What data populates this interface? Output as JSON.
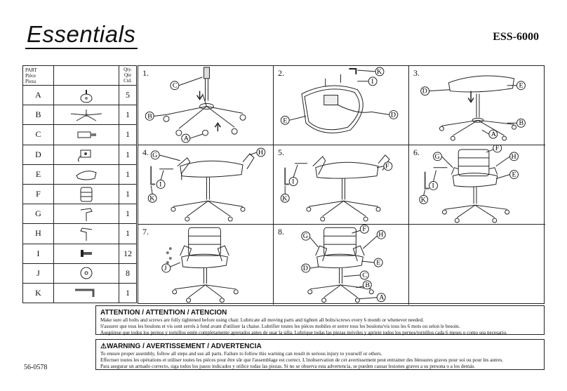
{
  "brand": {
    "logo": "Essentials",
    "model": "ESS-6000"
  },
  "parts_table": {
    "headers": {
      "part": [
        "PART",
        "Pièce",
        "Pieza"
      ],
      "qty": [
        "Qty.",
        "Qte",
        "Ctd."
      ]
    },
    "rows": [
      {
        "letter": "A",
        "qty": "5",
        "icon": "caster-icon"
      },
      {
        "letter": "B",
        "qty": "1",
        "icon": "base-icon"
      },
      {
        "letter": "C",
        "qty": "1",
        "icon": "gas-lift-icon"
      },
      {
        "letter": "D",
        "qty": "1",
        "icon": "mechanism-icon"
      },
      {
        "letter": "E",
        "qty": "1",
        "icon": "seat-icon"
      },
      {
        "letter": "F",
        "qty": "1",
        "icon": "backrest-icon"
      },
      {
        "letter": "G",
        "qty": "1",
        "icon": "left-arm-icon"
      },
      {
        "letter": "H",
        "qty": "1",
        "icon": "right-arm-icon"
      },
      {
        "letter": "I",
        "qty": "12",
        "icon": "bolt-icon"
      },
      {
        "letter": "J",
        "qty": "8",
        "icon": "washer-icon"
      },
      {
        "letter": "K",
        "qty": "1",
        "icon": "allen-key-icon"
      }
    ]
  },
  "steps": [
    {
      "num": "1.",
      "labels": [
        "C",
        "B",
        "A"
      ]
    },
    {
      "num": "2.",
      "labels": [
        "K",
        "I",
        "D",
        "E"
      ]
    },
    {
      "num": "3.",
      "labels": [
        "D",
        "E",
        "B",
        "A"
      ]
    },
    {
      "num": "4.",
      "labels": [
        "G",
        "H",
        "I",
        "K"
      ]
    },
    {
      "num": "5.",
      "labels": [
        "F",
        "I",
        "K"
      ]
    },
    {
      "num": "6.",
      "labels": [
        "G",
        "F",
        "H",
        "E",
        "I",
        "K"
      ]
    },
    {
      "num": "7.",
      "labels": [
        "J"
      ]
    },
    {
      "num": "8.",
      "labels": [
        "G",
        "F",
        "H",
        "E",
        "D",
        "C",
        "B",
        "A"
      ]
    }
  ],
  "attention": {
    "title": "ATTENTION / ATTENTION / ATENCION",
    "lines": [
      "Make sure all bolts and screws are fully tightened before using chair. Lubricate all moving parts and tighten all bolts/screws every 6 month or whenever needed.",
      "S'assurer que tous les boulons et vis sont serrés à fond avant d'utiliser la chaise. Lubrifier toutes les pièces mobiles et serrer tous les boulons/vis tous les 6 mots ou selon le besoin.",
      "Asegúrese que todos los pernos y tornillos estén completamente apretados antes de usar la silla. Lubrique todas las piezas móviles y apriete todos los pernos/tornillos cada 6 meses o como sea necesario."
    ]
  },
  "warning": {
    "title": "WARNING / AVERTISSEMENT / ADVERTENCIA",
    "lines": [
      "To ensure proper assembly, follow all steps and use all parts. Failure to follow this warning can result in serious injury to yourself or others.",
      "Effectuer toutes les opérations et utiliser toutes les pièces pour être sûr que l'assemblage est correct. L'inobservation de cet avertissement peut entrainer des blessures graves pour soi ou pour les autres.",
      "Para asegurar un armado correcto, siga todos los pasos indicados y utilice todas las piezas. Si no se observa esta advertencia, se pueden causar lesiones graves a su persona o a los demás."
    ]
  },
  "footer": {
    "code": "56-0578"
  }
}
